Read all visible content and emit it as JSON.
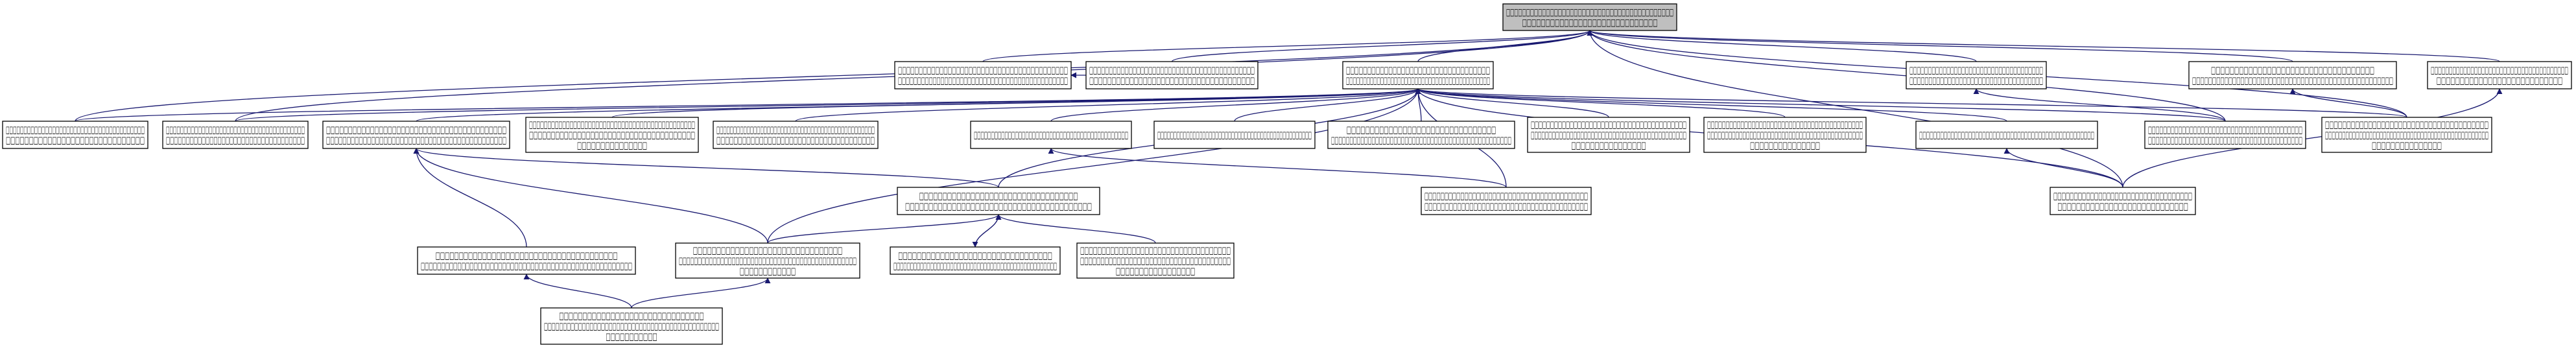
{
  "colors": {
    "edge": "#191970",
    "border": "#000000",
    "root_fill": "#bfbfbf",
    "fill": "#ffffff"
  },
  "nodes": {
    "root": [
      "□□□□□□□□□□□□□□□□□□□□□□□□□□□□□□□□□□□□□□□□□□",
      "□□□□□□□□□□□□□□□□□□□□□□□□□□□□□"
    ],
    "hub": [
      "□□□□□□□□□□□□□□□□□□□□□□□□□□□□□□□□□□",
      "□□□□□□□□□□□□□□□□□□□□□□□□□□□□□□□□□□□□□□□□□□"
    ],
    "a1": [
      "□□□□□□□□□□□□□□□□□□□□□□□□□□□□□□□□□□□□□□□□□",
      "□□□□□□□□□□□□□□□□□□□□□□□□□□□□□□□□□□□□□□□□□□□□"
    ],
    "a2": [
      "□□□□□□□□□□□□□□□□□□□□□□□□□□□□□□□□□□□□□□□□□□",
      "□□□□□□□□□□□□□□□□□□□□□□□□□□□□□□□□□□□□□"
    ],
    "a3": [
      "□□□□□□□□□□□□□□□□□□□□□□□□□□□□□□□□□□□□",
      "□□□□□□□□□□□□□□□□□□□□□□□□□□□□□□□□□□□"
    ],
    "a4": [
      "□□□□□□□□□□□□□□□□□□□□□□□□□□□□□□□□□□□",
      "□□□□□□□□□□□□□□□□□□□□□□□□□□□□□□□□□□□□□□□□□□□□□□□□□□"
    ],
    "a5": [
      "□□□□□□□□□□□□□□□□□□□□□□□□□□□□□□□□□□□□□□",
      "□□□□□□□□□□□□□□□□□□□□□□□□□□□"
    ],
    "b1": [
      "□□□□□□□□□□□□□□□□□□□□□□□□□□□□□□□□□□□□□□□",
      "□□□□□□□□□□□□□□□□□□□□□□□□□□□□□□"
    ],
    "b2": [
      "□□□□□□□□□□□□□□□□□□□□□□□□□□□□□□□□□□□□□□□",
      "□□□□□□□□□□□□□□□□□□□□□□□□□□□□□□□□□□□"
    ],
    "b3": [
      "□□□□□□□□□□□□□□□□□□□□□□□□□□□□□□□□□□□□□□□□□",
      "□□□□□□□□□□□□□□□□□□□□□□□□□□□□□□□□□□□□□□□□□□□□"
    ],
    "b4": [
      "□□□□□□□□□□□□□□□□□□□□□□□□□□□□□□□□□□□□□□□□□□□□□",
      "□□□□□□□□□□□□□□□□□□□□□□□□□□□□□□□□□□□□□□",
      "□□□□□□□□□□□□□□□"
    ],
    "b5": [
      "□□□□□□□□□□□□□□□□□□□□□□□□□□□□□□□□□□□□□□□□□□□□□□□",
      "□□□□□□□□□□□□□□□□□□□□□□□□□□□□□□□□□□□□□"
    ],
    "b6": [
      "□□□□□□□□□□□□□□□□□□□□□□□□□□□□□□□□□□□□□□□□□□□□□"
    ],
    "b7": [
      "□□□□□□□□□□□□□□□□□□□□□□□□□□□□□□□□□□□□□□□□□□□□□□□□"
    ],
    "b8": [
      "□□□□□□□□□□□□□□□□□□□□□□□□□□□□□□□□",
      "□□□□□□□□□□□□□□□□□□□□□□□□□□□□□□□□□□□□□□□□□□□□□□□□□"
    ],
    "b9": [
      "□□□□□□□□□□□□□□□□□□□□□□□□□□□□□□□□□□□□□□□□",
      "□□□□□□□□□□□□□□□□□□□□□□□□□□□□□□□□□□□□□□□□□□□□",
      "□□□□□□□□□□□□□□□□"
    ],
    "b10": [
      "□□□□□□□□□□□□□□□□□□□□□□□□□□□□□□□□□□□□□□□□□□",
      "□□□□□□□□□□□□□□□□□□□□□□□□□□□□□□□□□□□□□□□□□□□□",
      "□□□□□□□□□□□□□□□"
    ],
    "b11": [
      "□□□□□□□□□□□□□□□□□□□□□□□□□□□□□□□□□□□□□□□□□□□□□□□□□□"
    ],
    "b12": [
      "□□□□□□□□□□□□□□□□□□□□□□□□□□□□□□□□□□□□□□□□□",
      "□□□□□□□□□□□□□□□□□□□□□□□□□□□□□□□□□□□□□□□□□"
    ],
    "b13": [
      "□□□□□□□□□□□□□□□□□□□□□□□□□□□□□□□□□□□□□□",
      "□□□□□□□□□□□□□□□□□□□□□□□□□□□□□□□□□□□□□□□□□□□□□□□□",
      "□□□□□□□□□□□□□□□"
    ],
    "c1": [
      "□□□□□□□□□□□□□□□□□□□□□□□□□□□□□□□□□□",
      "□□□□□□□□□□□□□□□□□□□□□□□□□□□□□□□□□□□□□□□□"
    ],
    "c2": [
      "□□□□□□□□□□□□□□□□□□□□□□□□□□□□□□□□□□□□□□□□□",
      "□□□□□□□□□□□□□□□□□□□□□□□□□□□□□□□□□□□□□□□□"
    ],
    "c3": [
      "□□□□□□□□□□□□□□□□□□□□□□□□□□□□□□□□□□",
      "□□□□□□□□□□□□□□□□□□□□□□□□□□□□"
    ],
    "d1": [
      "□□□□□□□□□□□□□□□□□□□□□□□□□□□□□□□□□□□□□□□",
      "□□□□□□□□□□□□□□□□□□□□□□□□□□□□□□□□□□□□□□□□□□□□□□□□□□□□"
    ],
    "d2": [
      "□□□□□□□□□□□□□□□□□□□□□□□□□□□□□□□□",
      "□□□□□□□□□□□□□□□□□□□□□□□□□□□□□□□□□□□□□□□□□□□□□□□",
      "□□□□□□□□□□□□"
    ],
    "d3": [
      "□□□□□□□□□□□□□□□□□□□□□□□□□□□□□□□□□",
      "□□□□□□□□□□□□□□□□□□□□□□□□□□□□□□□□□□□□□□□□□□□□□□□□□"
    ],
    "d4": [
      "□□□□□□□□□□□□□□□□□□□□□□□□□□□□□□□□□□□",
      "□□□□□□□□□□□□□□□□□□□□□□□□□□□□□□□□□□□□□",
      "□□□□□□□□□□□□□□□□□"
    ],
    "e1": [
      "□□□□□□□□□□□□□□□□□□□□□□□□□□□□□□□",
      "□□□□□□□□□□□□□□□□□□□□□□□□□□□□□□□□□□□□□□□□□□□□□□",
      "□□□□□□□□□□□"
    ]
  },
  "edges": [
    {
      "from": "hub",
      "to": "root"
    },
    {
      "from": "a1",
      "to": "root"
    },
    {
      "from": "a2",
      "to": "root"
    },
    {
      "from": "a3",
      "to": "root"
    },
    {
      "from": "a4",
      "to": "root"
    },
    {
      "from": "a5",
      "to": "root"
    },
    {
      "from": "b1",
      "to": "root"
    },
    {
      "from": "b2",
      "to": "root"
    },
    {
      "from": "b12",
      "to": "root"
    },
    {
      "from": "b13",
      "to": "root"
    },
    {
      "from": "c3",
      "to": "root"
    },
    {
      "from": "b1",
      "to": "hub"
    },
    {
      "from": "b2",
      "to": "hub"
    },
    {
      "from": "b3",
      "to": "hub"
    },
    {
      "from": "b4",
      "to": "hub"
    },
    {
      "from": "b5",
      "to": "hub"
    },
    {
      "from": "b6",
      "to": "hub"
    },
    {
      "from": "b7",
      "to": "hub"
    },
    {
      "from": "b8",
      "to": "hub"
    },
    {
      "from": "b9",
      "to": "hub"
    },
    {
      "from": "b10",
      "to": "hub"
    },
    {
      "from": "b11",
      "to": "hub"
    },
    {
      "from": "b12",
      "to": "hub"
    },
    {
      "from": "b13",
      "to": "hub"
    },
    {
      "from": "c1",
      "to": "hub"
    },
    {
      "from": "c2",
      "to": "hub"
    },
    {
      "from": "c3",
      "to": "hub"
    },
    {
      "from": "d2",
      "to": "hub"
    },
    {
      "from": "a2",
      "to": "a1"
    },
    {
      "from": "b12",
      "to": "a3"
    },
    {
      "from": "c3",
      "to": "a5"
    },
    {
      "from": "b13",
      "to": "a4"
    },
    {
      "from": "c2",
      "to": "b6"
    },
    {
      "from": "c3",
      "to": "b11"
    },
    {
      "from": "c1",
      "to": "b3"
    },
    {
      "from": "d1",
      "to": "b3"
    },
    {
      "from": "d2",
      "to": "b3"
    },
    {
      "from": "d2",
      "to": "c1"
    },
    {
      "from": "d3",
      "to": "c1"
    },
    {
      "from": "d4",
      "to": "c1"
    },
    {
      "from": "c1",
      "to": "d3"
    },
    {
      "from": "e1",
      "to": "d1"
    },
    {
      "from": "e1",
      "to": "d2"
    }
  ]
}
